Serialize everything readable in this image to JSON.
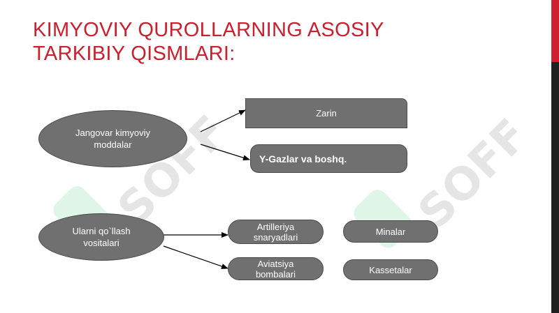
{
  "title": {
    "line1": "KIMYOVIY QUROLLARNING ASOSIY",
    "line2": "TARKIBIY QISMLARI:"
  },
  "watermark": {
    "text": "SOFF"
  },
  "nodes": {
    "jangovar": "Jangovar kimyoviy moddalar",
    "zarin": "Zarin",
    "y_gazlar": "Y-Gazlar va boshq.",
    "ularni": "Ularni qo`llash vositalari",
    "artilleriya": "Artilleriya snaryadlari",
    "aviatsiya": "Aviatsiya bombalari",
    "minalar": "Minalar",
    "kassetalar": "Kassetalar"
  },
  "colors": {
    "title": "#c8202f",
    "node_fill": "#707070",
    "node_border": "#4a4a4a",
    "node_text": "#ffffff",
    "accent_bar_top": "#d01f2e",
    "accent_bar_bottom": "#1f1f1f"
  }
}
